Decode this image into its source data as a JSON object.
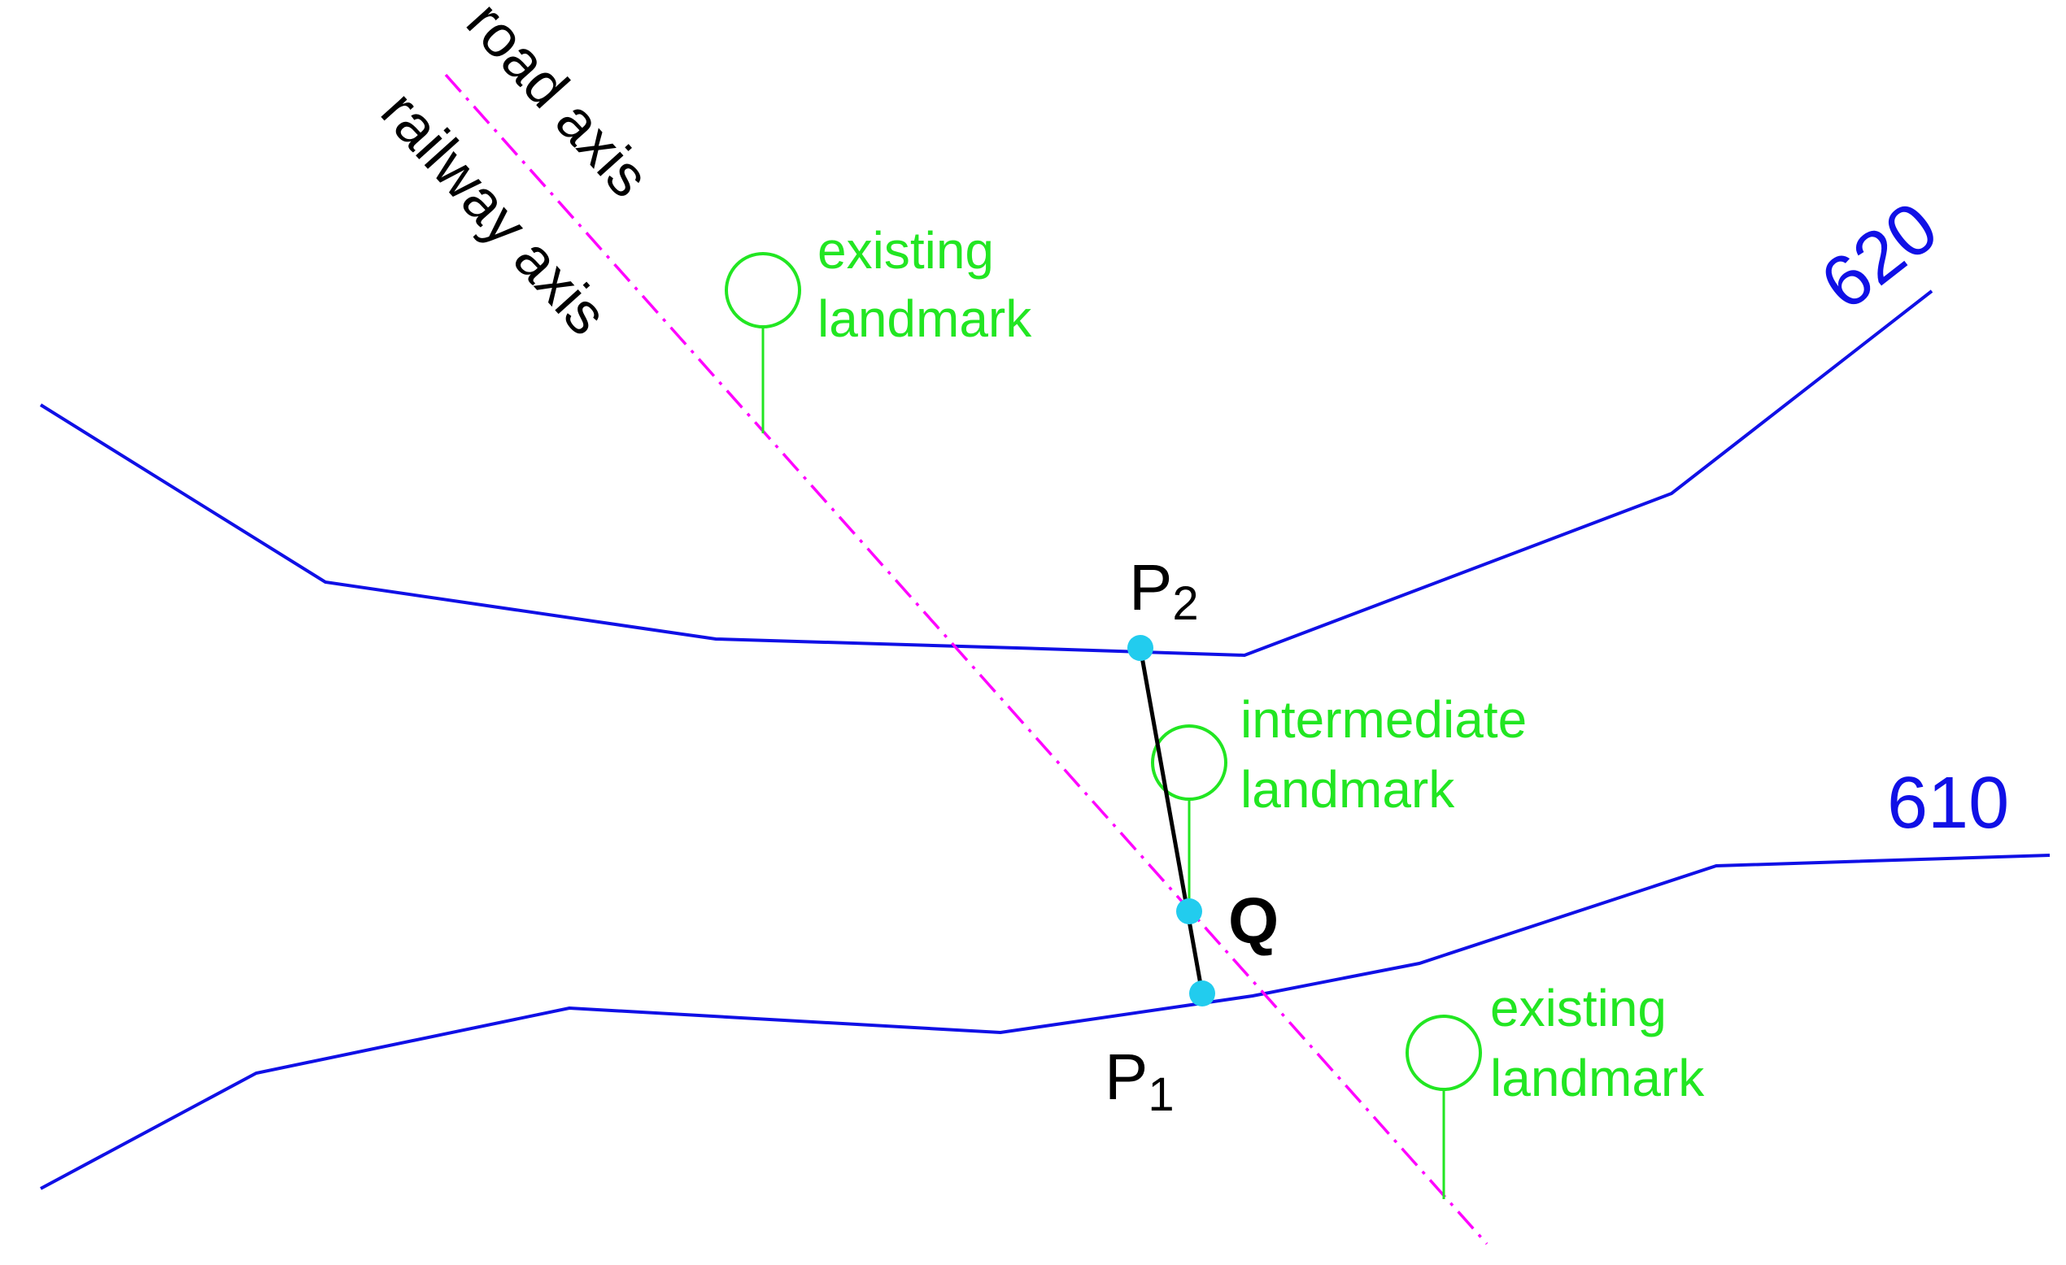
{
  "colors": {
    "contour": "#1010e6",
    "axis": "#ff00ff",
    "landmark": "#22e622",
    "segment": "#000000",
    "point": "#22ccee",
    "text_dark": "#000000"
  },
  "contours": [
    {
      "label": "620"
    },
    {
      "label": "610"
    }
  ],
  "axes": {
    "road_label": "road axis",
    "railway_label": "railway axis"
  },
  "landmarks": [
    {
      "line1": "existing",
      "line2": "landmark"
    },
    {
      "line1": "intermediate",
      "line2": "landmark"
    },
    {
      "line1": "existing",
      "line2": "landmark"
    }
  ],
  "points": {
    "p2": {
      "letter": "P",
      "sub": "2"
    },
    "q": {
      "letter": "Q"
    },
    "p1": {
      "letter": "P",
      "sub": "1"
    }
  }
}
